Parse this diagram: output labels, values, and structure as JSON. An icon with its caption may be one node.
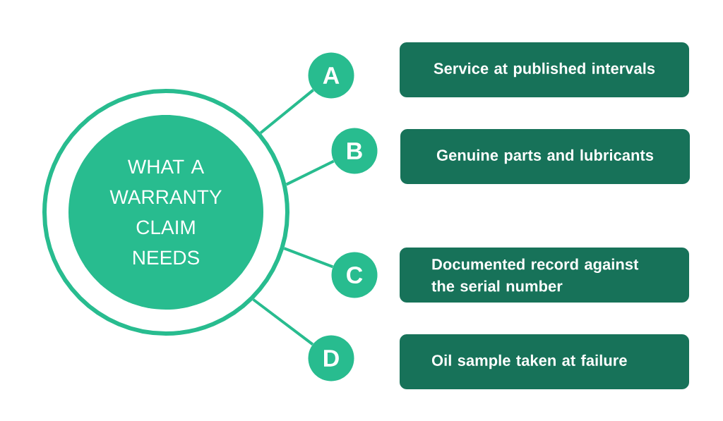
{
  "diagram": {
    "nodes": [
      {
        "text": [
          "WHAT A WARRANTY CLAIM NEEDS"
        ]
      },
      {
        "text": [
          "A"
        ]
      },
      {
        "text": [
          "Service at published intervals"
        ]
      },
      {
        "text": [
          "B"
        ]
      },
      {
        "text": [
          "Genuine parts and lubricants"
        ]
      },
      {
        "text": [
          "C"
        ]
      },
      {
        "text": [
          "Documented record against the serial number"
        ]
      },
      {
        "text": [
          "D"
        ]
      },
      {
        "text": [
          "Oil sample taken at failure"
        ]
      }
    ],
    "edges": [
      {
        "from": 0,
        "to": 1,
        "arrow": "none"
      },
      {
        "from": 0,
        "to": 3,
        "arrow": "none"
      },
      {
        "from": 0,
        "to": 5,
        "arrow": "none"
      },
      {
        "from": 0,
        "to": 7,
        "arrow": "none"
      }
    ]
  }
}
